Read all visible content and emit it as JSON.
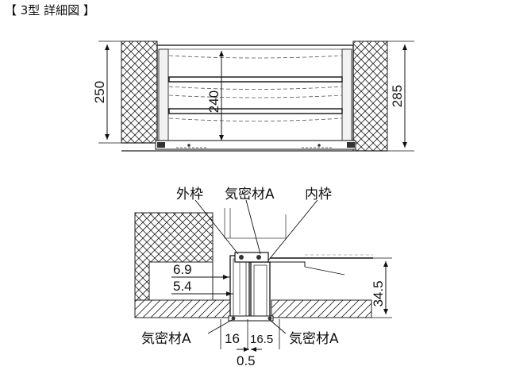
{
  "title": "【 3型 詳細図 】",
  "top_view": {
    "dim_left": "250",
    "dim_mid": "240",
    "dim_right": "285"
  },
  "section_view": {
    "label_outer_frame": "外枠",
    "label_seal_top": "気密材A",
    "label_inner_frame": "内枠",
    "dim_6_9": "6.9",
    "dim_5_4": "5.4",
    "dim_34_5": "34.5",
    "label_seal_bottom_left": "気密材A",
    "dim_16": "16",
    "dim_16_5": "16.5",
    "label_seal_bottom_right": "気密材A",
    "dim_0_5": "0.5"
  }
}
